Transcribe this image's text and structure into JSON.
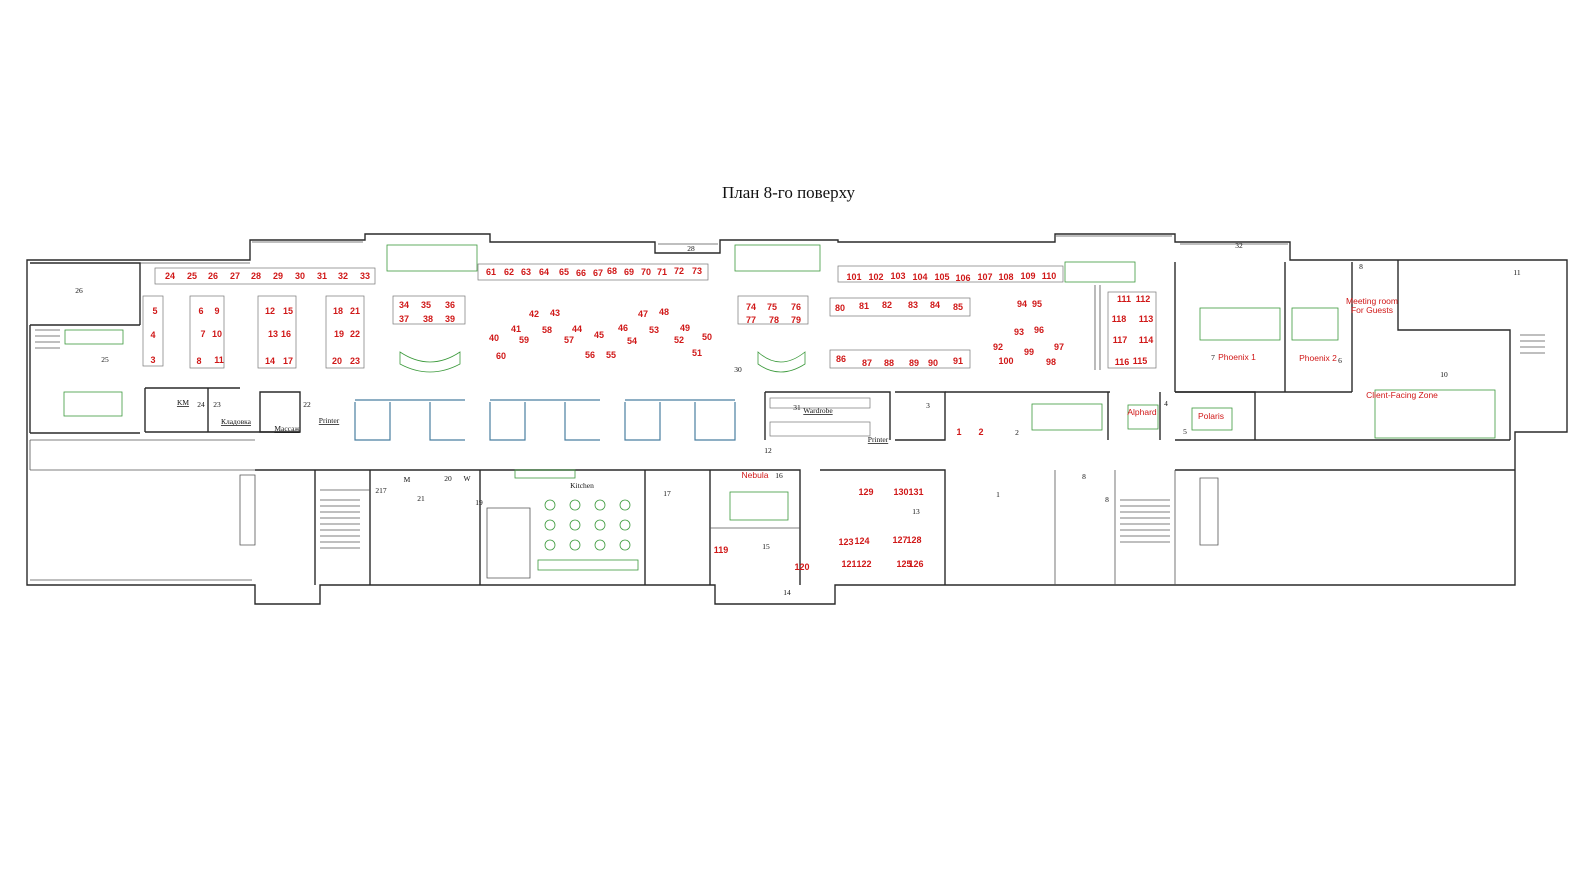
{
  "title": "План 8-го поверху",
  "colors": {
    "seat_numbers": "#d01818",
    "walls": "#2a2a2a",
    "furniture": "#3c9a3c",
    "glass": "#4a7fa0"
  },
  "seats": [
    "1",
    "2",
    "3",
    "4",
    "5",
    "6",
    "7",
    "8",
    "9",
    "10",
    "11",
    "12",
    "13",
    "14",
    "15",
    "16",
    "17",
    "18",
    "19",
    "20",
    "21",
    "22",
    "23",
    "24",
    "25",
    "26",
    "27",
    "28",
    "29",
    "30",
    "31",
    "32",
    "33",
    "34",
    "35",
    "36",
    "37",
    "38",
    "39",
    "40",
    "41",
    "42",
    "43",
    "44",
    "45",
    "46",
    "47",
    "48",
    "49",
    "50",
    "51",
    "52",
    "53",
    "54",
    "55",
    "56",
    "57",
    "58",
    "59",
    "60",
    "61",
    "62",
    "63",
    "64",
    "65",
    "66",
    "67",
    "68",
    "69",
    "70",
    "71",
    "72",
    "73",
    "74",
    "75",
    "76",
    "77",
    "78",
    "79",
    "80",
    "81",
    "82",
    "83",
    "84",
    "85",
    "86",
    "87",
    "88",
    "89",
    "90",
    "91",
    "92",
    "93",
    "94",
    "95",
    "96",
    "97",
    "98",
    "99",
    "100",
    "101",
    "102",
    "103",
    "104",
    "105",
    "106",
    "107",
    "108",
    "109",
    "110",
    "111",
    "112",
    "113",
    "114",
    "115",
    "116",
    "117",
    "118",
    "119",
    "120",
    "121",
    "122",
    "123",
    "124",
    "125",
    "126",
    "127",
    "128",
    "129",
    "130",
    "131"
  ],
  "meeting_rooms": [
    "Phoenix 1",
    "Phoenix 2",
    "Meeting room\nFor Guests",
    "Client-Facing Zone",
    "Alphard",
    "Polaris",
    "Nebula"
  ],
  "room_labels": [
    "KM",
    "Кладовка",
    "Массаж",
    "Printer",
    "Wardrobe",
    "Printer",
    "Kitchen",
    "M",
    "W",
    "217"
  ],
  "room_numbers": [
    "1",
    "2",
    "3",
    "4",
    "5",
    "6",
    "7",
    "8",
    "8",
    "10",
    "11",
    "12",
    "13",
    "14",
    "15",
    "16",
    "17",
    "19",
    "20",
    "21",
    "22",
    "23",
    "24",
    "25",
    "26",
    "28",
    "30",
    "31",
    "32",
    "8"
  ]
}
